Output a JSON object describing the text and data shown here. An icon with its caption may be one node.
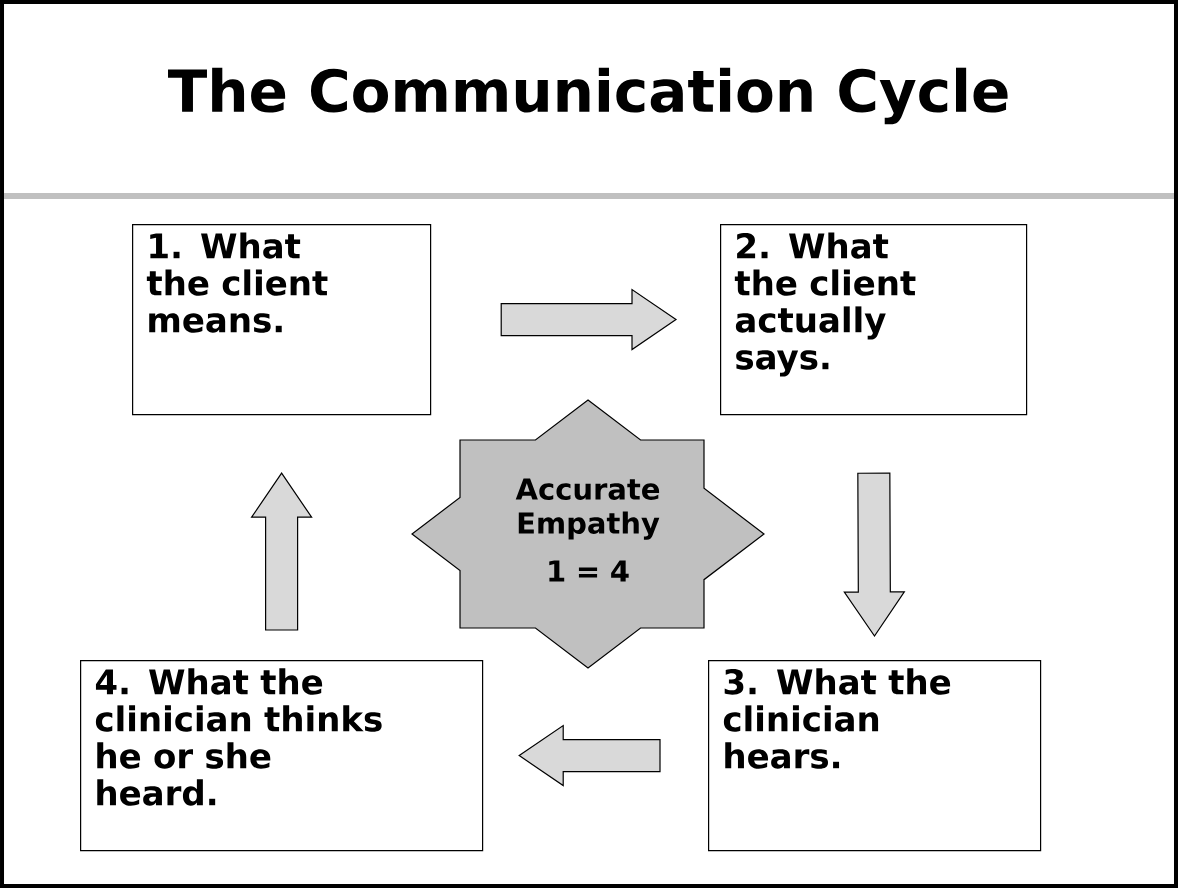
{
  "diagram": {
    "title": "The Communication Cycle",
    "nodes": [
      {
        "text": [
          "1. What the client means."
        ]
      },
      {
        "text": [
          "2. What the client actually says."
        ]
      },
      {
        "text": [
          "3. What the clinician hears."
        ]
      },
      {
        "text": [
          "4. What the clinician thinks he or she heard."
        ]
      },
      {
        "text": [
          "Accurate Empathy",
          "1 = 4"
        ]
      }
    ],
    "edges": [
      {
        "from": 0,
        "to": 1,
        "arrow": "to"
      },
      {
        "from": 1,
        "to": 2,
        "arrow": "to"
      },
      {
        "from": 2,
        "to": 3,
        "arrow": "to"
      },
      {
        "from": 3,
        "to": 0,
        "arrow": "to"
      }
    ]
  }
}
